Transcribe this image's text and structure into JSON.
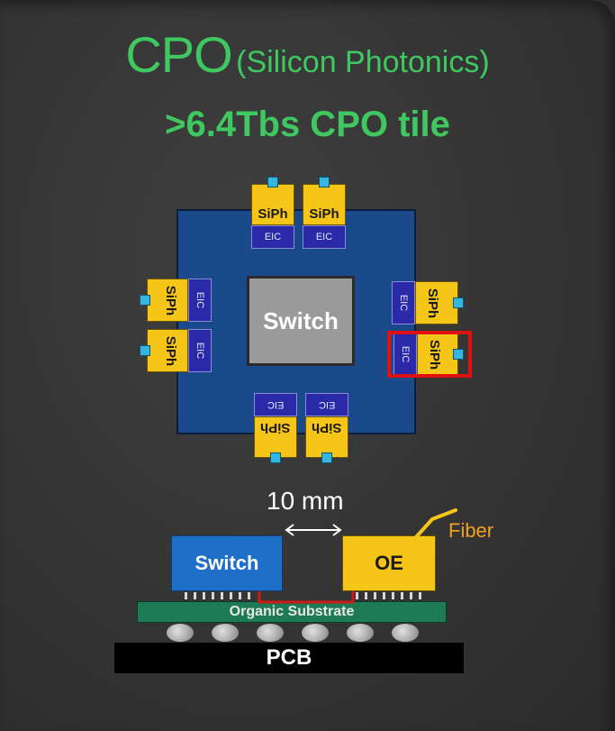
{
  "title": {
    "main": "CPO",
    "paren": "(Silicon Photonics)"
  },
  "subtitle": ">6.4Tbs CPO tile",
  "top_view": {
    "switch_label": "Switch",
    "siph_label": "SiPh",
    "eic_label": "EIC"
  },
  "cross_section": {
    "distance_label": "10 mm",
    "switch_label": "Switch",
    "oe_label": "OE",
    "fiber_label": "Fiber",
    "substrate_label": "Organic Substrate",
    "pcb_label": "PCB"
  },
  "colors": {
    "title_green": "#3fc860",
    "tile_blue": "#1b4a8c",
    "siph_yellow": "#f5c518",
    "eic_blue": "#2a2aa8",
    "highlight_red": "#e01010",
    "fiber_orange": "#f0a020",
    "substrate_green": "#1d7a52"
  }
}
